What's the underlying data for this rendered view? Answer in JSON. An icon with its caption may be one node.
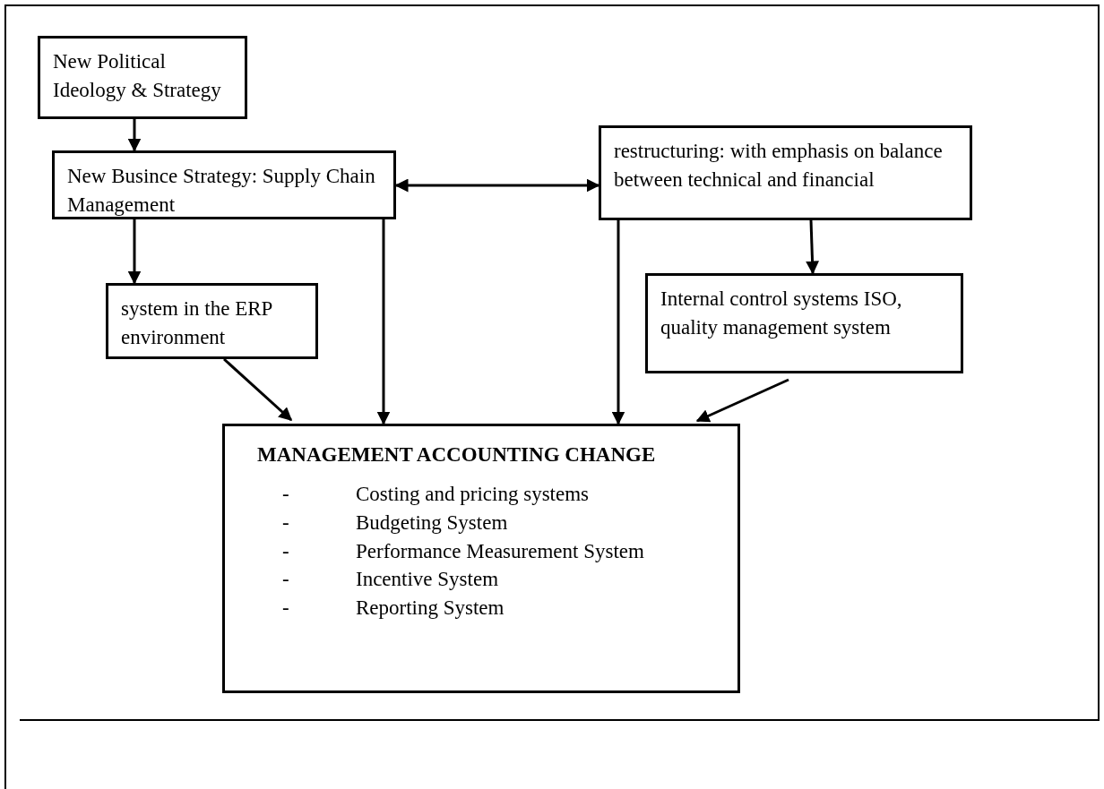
{
  "diagram": {
    "nodes": [
      {
        "text": [
          "New Political Ideology & Strategy"
        ]
      },
      {
        "text": [
          "New Busince Strategy: Supply Chain Management"
        ]
      },
      {
        "text": [
          "restructuring: with emphasis on balance between technical and financial"
        ]
      },
      {
        "text": [
          "system in the ERP environment"
        ]
      },
      {
        "text": [
          "Internal control systems ISO, quality management system"
        ]
      },
      {
        "text": [
          "MANAGEMENT ACCOUNTING CHANGE",
          "Costing and pricing systems",
          "Budgeting System",
          "Performance Measurement System",
          "Incentive System",
          "Reporting System"
        ]
      }
    ],
    "labels": [
      "-",
      "-",
      "-",
      "-",
      "-"
    ],
    "edges": [
      {
        "from": 0,
        "to": 1,
        "arrow": "to"
      },
      {
        "from": 1,
        "to": 2,
        "arrow": "both"
      },
      {
        "from": 1,
        "to": 3,
        "arrow": "to"
      },
      {
        "from": 1,
        "to": 5,
        "arrow": "to"
      },
      {
        "from": 2,
        "to": 5,
        "arrow": "to"
      },
      {
        "from": 2,
        "to": 4,
        "arrow": "to"
      },
      {
        "from": 3,
        "to": 5,
        "arrow": "to"
      },
      {
        "from": 4,
        "to": 5,
        "arrow": "to"
      }
    ]
  }
}
